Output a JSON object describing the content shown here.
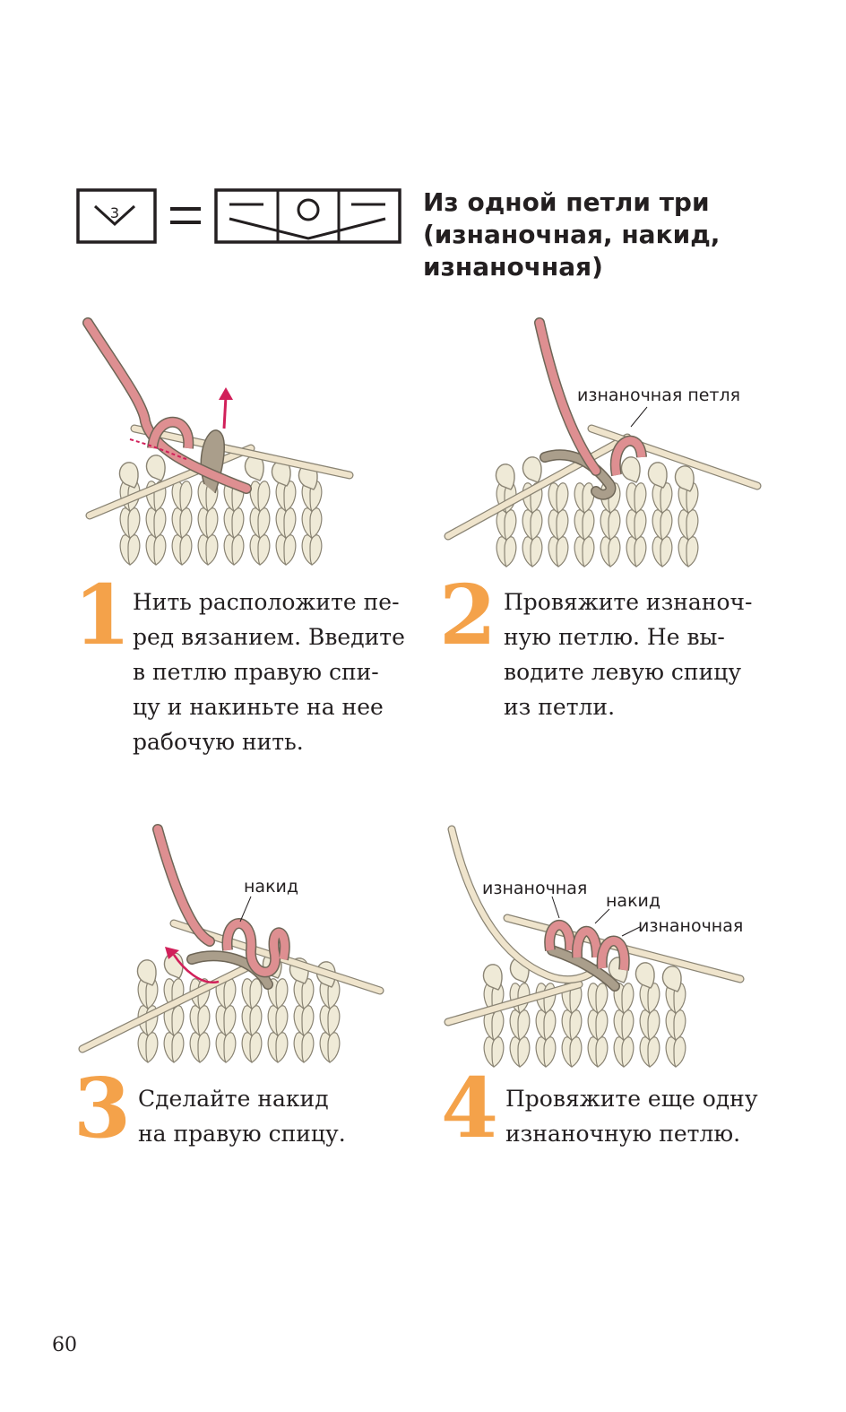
{
  "header": {
    "symbol_number": "3",
    "title": "Из одной петли три (изнаночная, накид, изнаночная)"
  },
  "steps": [
    {
      "number": "1",
      "text": "Нить расположите пе-\nред вязанием. Введите\nв петлю правую спи-\nцу и накиньте на нее\nрабочую нить."
    },
    {
      "number": "2",
      "text": "Провяжите изнаноч-\nную петлю. Не вы-\nводите левую спицу\nиз петли."
    },
    {
      "number": "3",
      "text": "Сделайте накид\nна правую спицу."
    },
    {
      "number": "4",
      "text": "Провяжите еще одну\nизнаночную петлю."
    }
  ],
  "labels": {
    "step2_purl_loop": "изнаночная петля",
    "step3_yarn_over": "накид",
    "step4_purl_left": "изнаночная",
    "step4_yarn_over": "накид",
    "step4_purl_right": "изнаночная"
  },
  "colors": {
    "accent_number": "#f4a24a",
    "yarn_pink": "#de8f91",
    "yarn_taupe": "#aa9e8b",
    "fabric": "#efead7",
    "needle": "#efe4cc",
    "arrow": "#d1205a"
  },
  "page_number": "60"
}
